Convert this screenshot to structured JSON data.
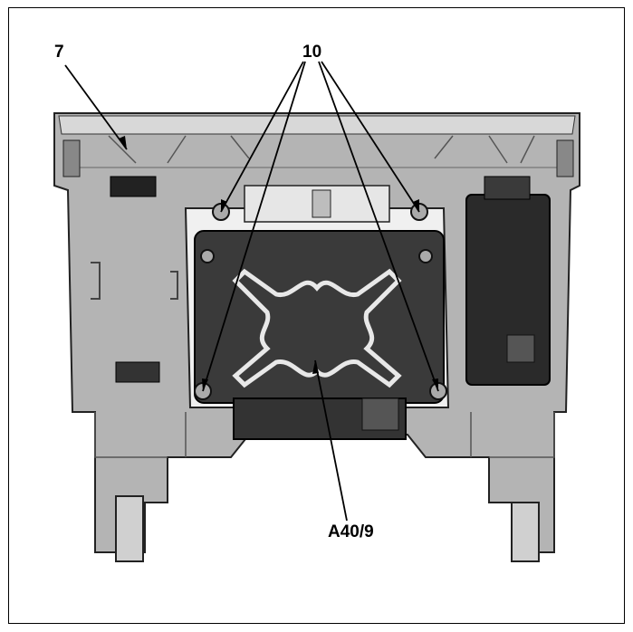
{
  "figure": {
    "callouts": {
      "bracket": "7",
      "bolts": "10",
      "control_unit": "A40/9"
    }
  }
}
